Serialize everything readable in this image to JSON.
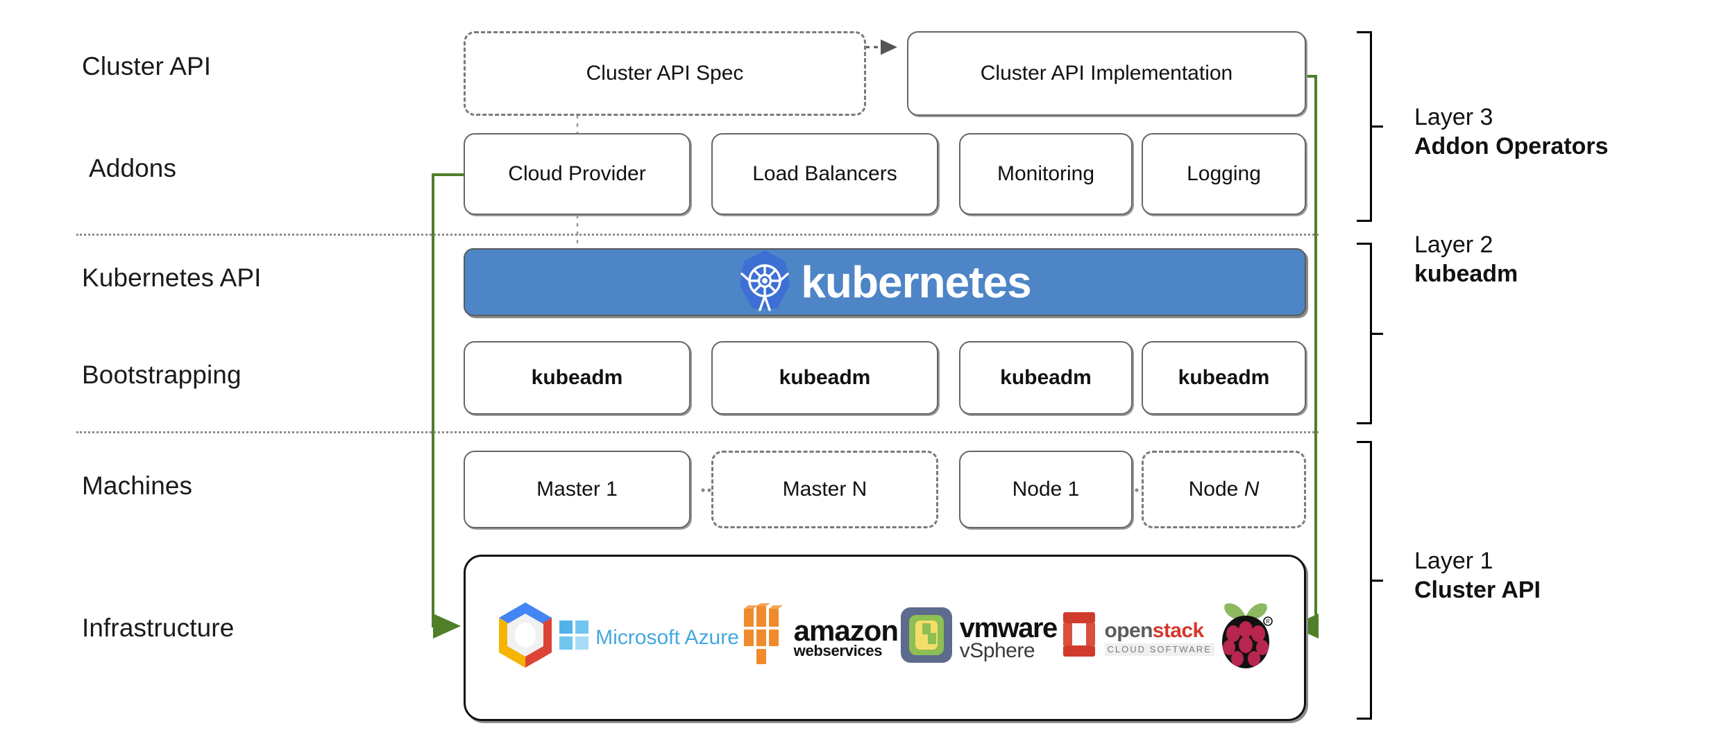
{
  "diagram": {
    "title": "Kubernetes Cluster API layered architecture",
    "accent_green": "#4f7f28",
    "k8s_blue": "#4d85c6",
    "k8s_logo_blue": "#3d6fd4"
  },
  "row_labels": [
    {
      "name": "cluster-api",
      "text": "Cluster API"
    },
    {
      "name": "addons",
      "text": "Addons"
    },
    {
      "name": "kubernetes-api",
      "text": "Kubernetes API"
    },
    {
      "name": "bootstrapping",
      "text": "Bootstrapping"
    },
    {
      "name": "machines",
      "text": "Machines"
    },
    {
      "name": "infrastructure",
      "text": "Infrastructure"
    }
  ],
  "cluster_api_row": {
    "spec": {
      "label": "Cluster API Spec",
      "style": "dashed"
    },
    "implementation": {
      "label": "Cluster API Implementation",
      "style": "solid"
    }
  },
  "addons_row": [
    {
      "label": "Cloud Provider"
    },
    {
      "label": "Load Balancers"
    },
    {
      "label": "Monitoring"
    },
    {
      "label": "Logging"
    }
  ],
  "kubernetes_banner": {
    "wordmark": "kubernetes",
    "logo_name": "kubernetes-helm-wheel-logo"
  },
  "bootstrapping_row": [
    {
      "label": "kubeadm"
    },
    {
      "label": "kubeadm"
    },
    {
      "label": "kubeadm"
    },
    {
      "label": "kubeadm"
    }
  ],
  "machines_row": [
    {
      "label": "Master 1",
      "style": "solid",
      "italic_suffix": ""
    },
    {
      "label": "Master N",
      "style": "dashed",
      "italic_suffix": ""
    },
    {
      "label": "Node 1",
      "style": "solid",
      "italic_suffix": ""
    },
    {
      "label_prefix": "Node ",
      "label": "Node N",
      "style": "dashed",
      "italic_suffix": "N"
    }
  ],
  "infrastructure_providers": [
    {
      "name": "google-cloud-logo",
      "text": ""
    },
    {
      "name": "microsoft-azure-logo",
      "text": "Microsoft Azure"
    },
    {
      "name": "amazon-web-services-logo",
      "text_top": "amazon",
      "text_bottom": "webservices"
    },
    {
      "name": "vmware-vsphere-logo",
      "text_top": "vmware",
      "text_bottom": "vSphere"
    },
    {
      "name": "openstack-logo",
      "text_open": "open",
      "text_stack": "stack",
      "text_sub": "CLOUD SOFTWARE"
    },
    {
      "name": "raspberry-pi-logo",
      "text": ""
    }
  ],
  "layers": [
    {
      "name": "layer-3",
      "line1": "Layer 3",
      "line2": "Addon Operators"
    },
    {
      "name": "layer-2",
      "line1": "Layer 2",
      "line2": "kubeadm"
    },
    {
      "name": "layer-1",
      "line1": "Layer 1",
      "line2": "Cluster API"
    }
  ]
}
